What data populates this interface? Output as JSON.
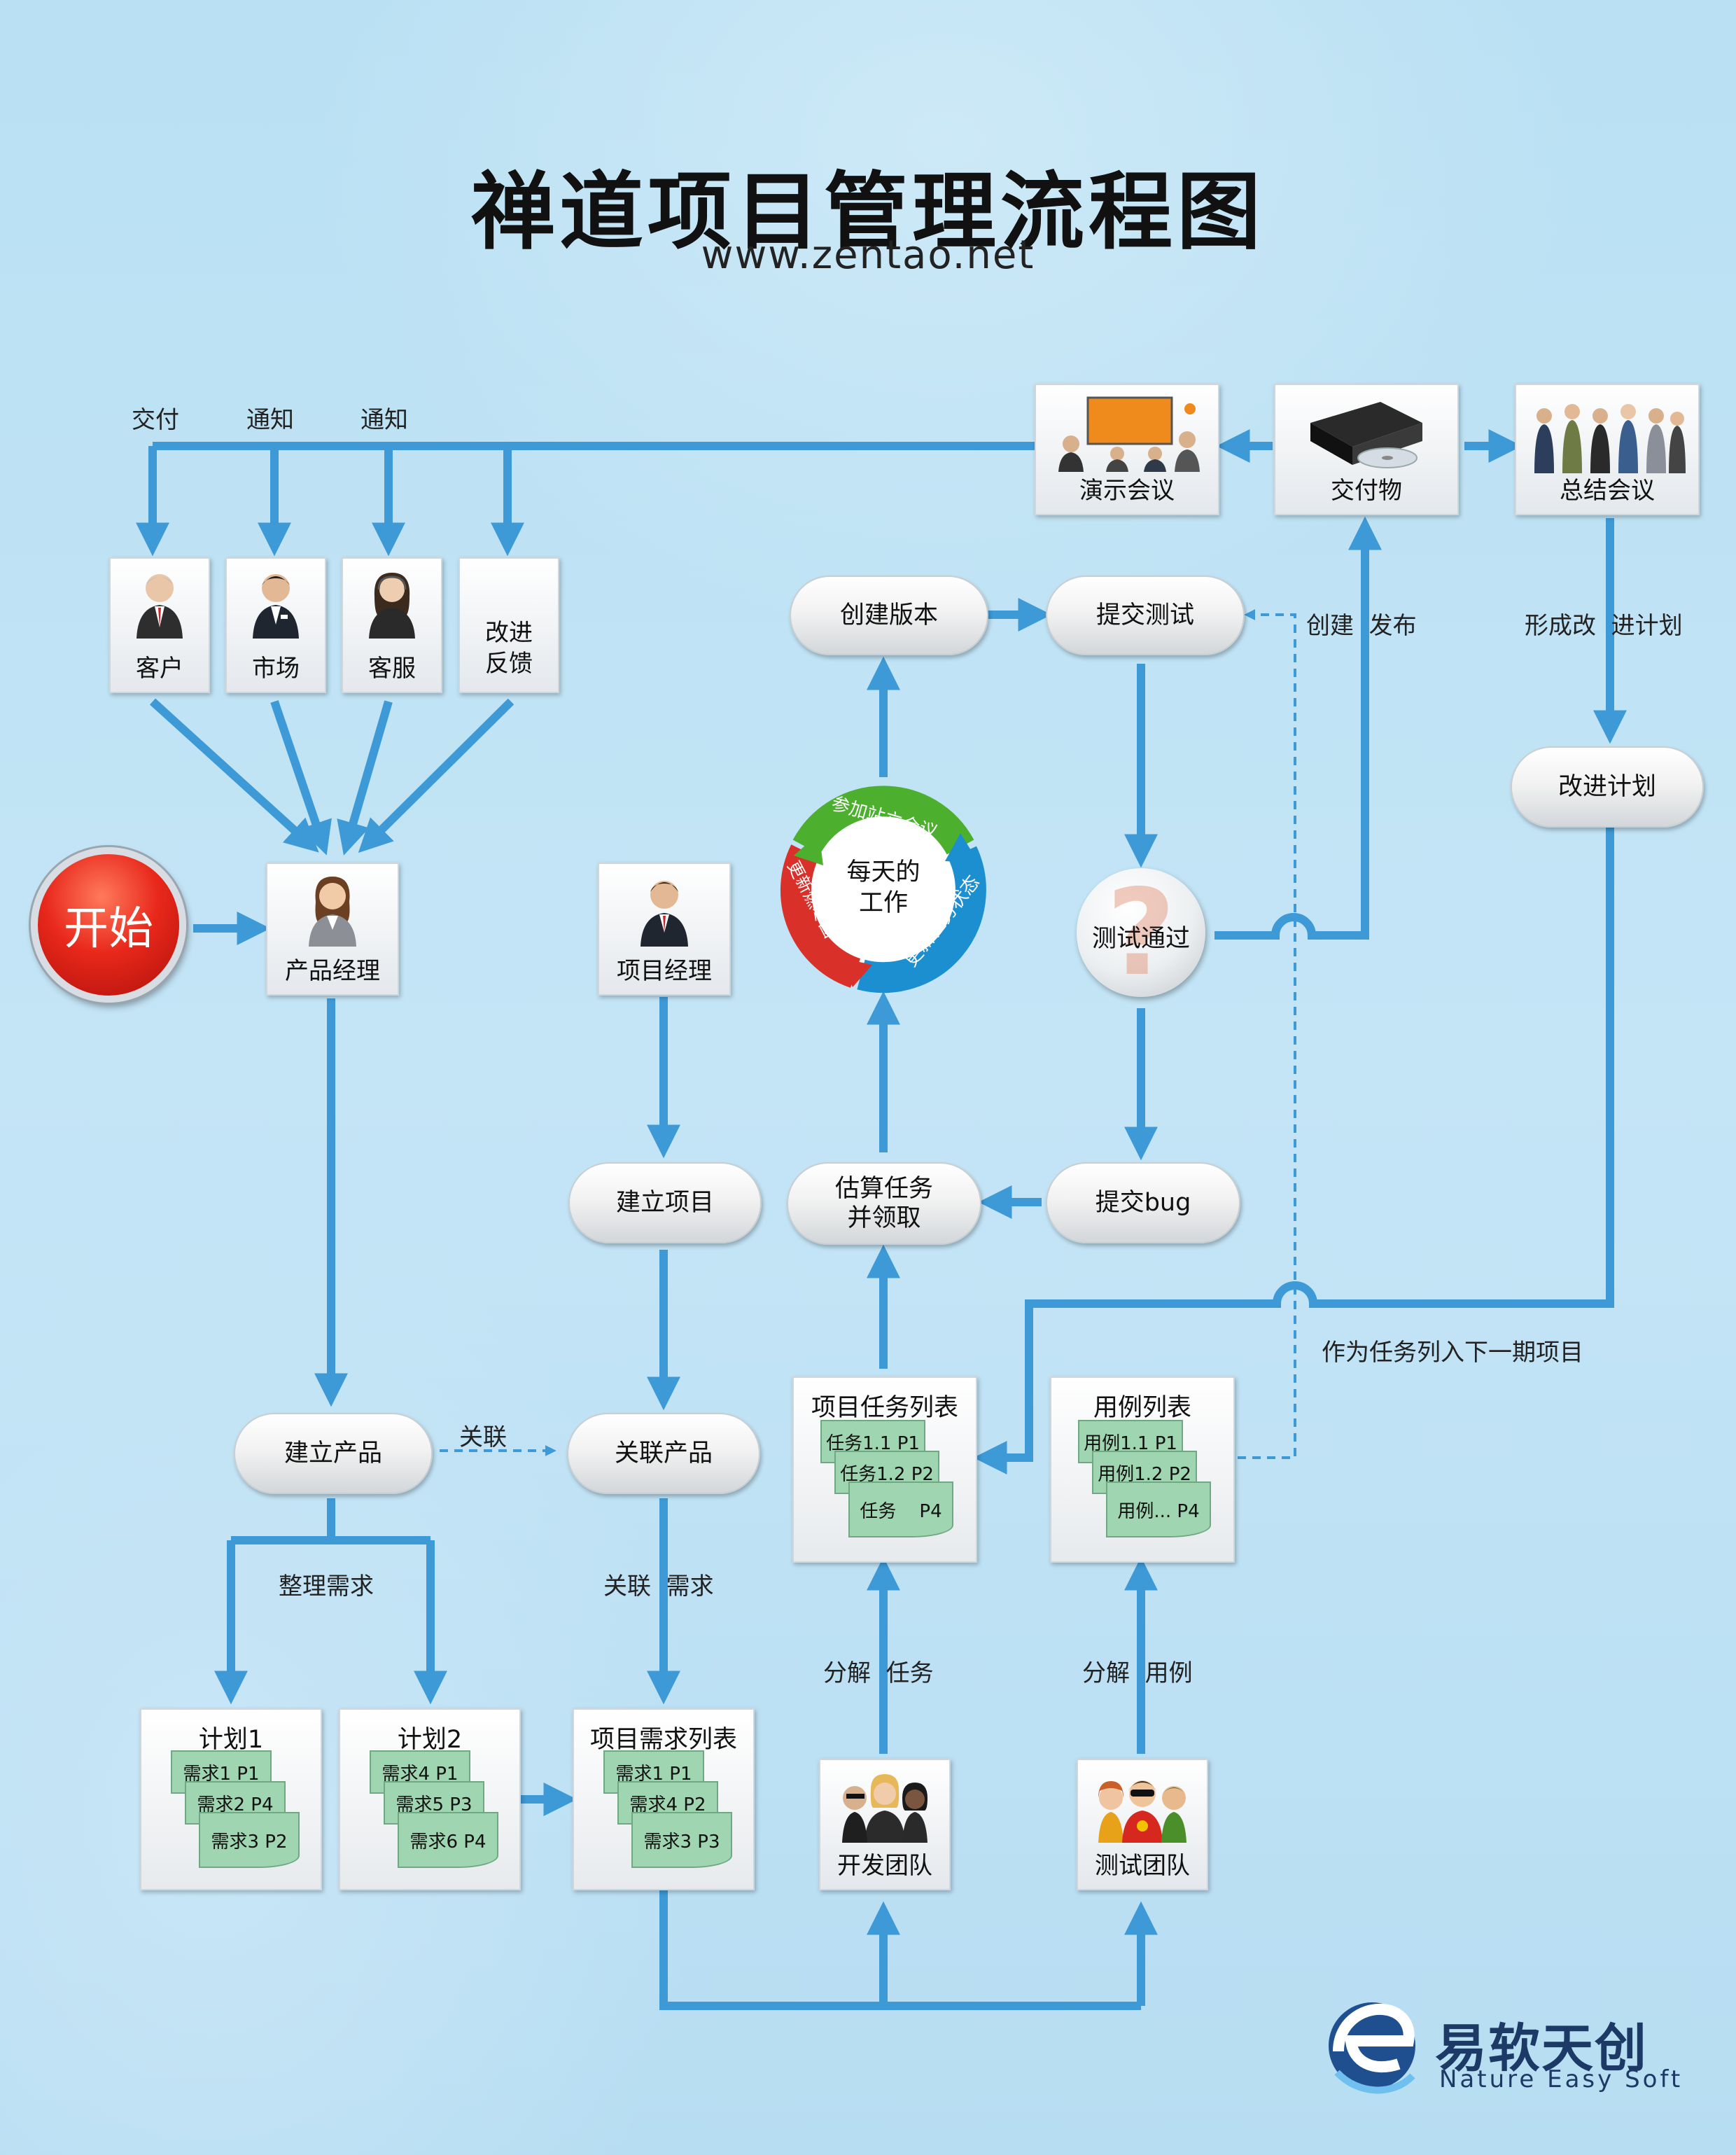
{
  "title": "禅道项目管理流程图",
  "url": "www.zentao.net",
  "start_label": "开始",
  "roles": {
    "customer": "客户",
    "market": "市场",
    "service": "客服",
    "feedback_line1": "改进",
    "feedback_line2": "反馈",
    "product_manager": "产品经理",
    "project_manager": "项目经理",
    "dev_team": "开发团队",
    "test_team": "测试团队",
    "demo_meeting": "演示会议",
    "deliverable": "交付物",
    "summary_meeting": "总结会议"
  },
  "steps": {
    "build_product": "建立产品",
    "link_product": "关联产品",
    "build_project": "建立项目",
    "estimate_line1": "估算任务",
    "estimate_line2": "并领取",
    "submit_bug": "提交bug",
    "create_version": "创建版本",
    "submit_test": "提交测试",
    "test_pass": "测试通过",
    "improve_plan": "改进计划"
  },
  "daily_cycle": {
    "center_line1": "每天的",
    "center_line2": "工作",
    "seg_meeting": "参加站立会议",
    "seg_status": "更新任务状态",
    "seg_burndown": "更新燃尽图"
  },
  "edge_labels": {
    "deliver": "交付",
    "notify1": "通知",
    "notify2": "通知",
    "link": "关联",
    "organize_req": "整理需求",
    "link_req": "关联  需求",
    "split_task": "分解  任务",
    "split_case": "分解  用例",
    "create_release": "创建  发布",
    "form_plan": "形成改  进计划",
    "next_phase": "作为任务列入下一期项目"
  },
  "lists": {
    "plan1": {
      "title": "计划1",
      "items": [
        "需求1  P1",
        "需求2  P4",
        "需求3  P2"
      ]
    },
    "plan2": {
      "title": "计划2",
      "items": [
        "需求4  P1",
        "需求5  P3",
        "需求6  P4"
      ]
    },
    "project_reqs": {
      "title": "项目需求列表",
      "items": [
        "需求1  P1",
        "需求4  P2",
        "需求3  P3"
      ]
    },
    "project_tasks": {
      "title": "项目任务列表",
      "items": [
        "任务1.1  P1",
        "任务1.2  P2",
        "任务    P4"
      ]
    },
    "cases": {
      "title": "用例列表",
      "items": [
        "用例1.1  P1",
        "用例1.2  P2",
        "用例...  P4"
      ]
    }
  },
  "logo": {
    "name": "易软天创",
    "tagline": "Nature Easy Soft"
  },
  "colors": {
    "arrow": "#3d9ad6",
    "background": "#bfe3f5",
    "doc": "#9fd5b0",
    "start": "#e8281b",
    "cycle_green": "#4caf2e",
    "cycle_blue": "#1c8fd0",
    "cycle_red": "#d9302a"
  }
}
